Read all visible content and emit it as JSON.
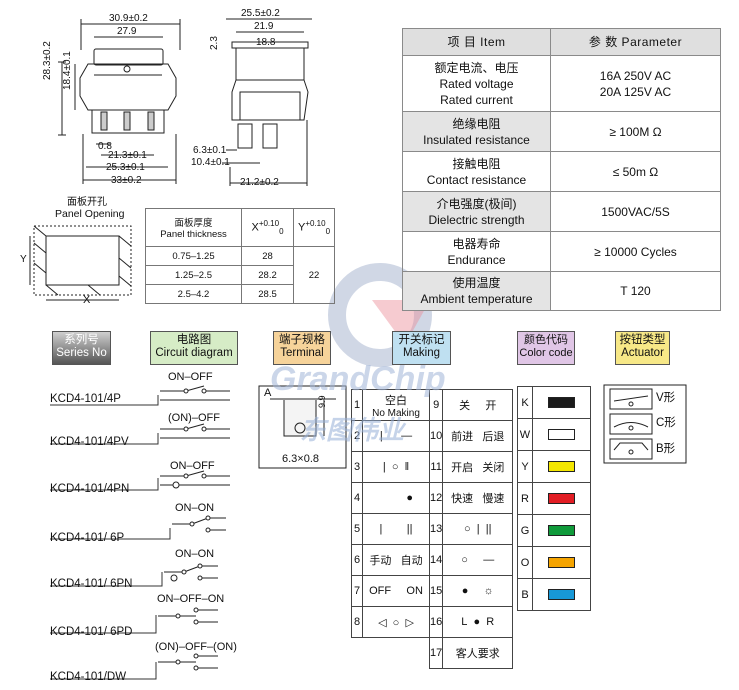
{
  "drawing": {
    "front_dims": [
      "30.9±0.2",
      "27.9",
      "28.3±0.2",
      "18.4±0.1",
      "0.8",
      "21.3±0.1",
      "25.3±0.1",
      "33±0.2"
    ],
    "side_dims": [
      "25.5±0.2",
      "21.9",
      "18.8",
      "2.3",
      "6.3±0.1",
      "10.4±0.1",
      "21.2±0.2"
    ],
    "panel_opening_cn": "面板开孔",
    "panel_opening_en": "Panel Opening",
    "axis_y": "Y",
    "axis_x": "X"
  },
  "panel_table": {
    "head_cn": "面板厚度",
    "head_en": "Panel thickness",
    "x_label": "X",
    "x_tol_plus": "+0.10",
    "x_tol_minus": "0",
    "y_label": "Y",
    "y_tol_plus": "+0.10",
    "y_tol_minus": "0",
    "rows": [
      {
        "range": "0.75–1.25",
        "x": "28"
      },
      {
        "range": "1.25–2.5",
        "x": "28.2"
      },
      {
        "range": "2.5–4.2",
        "x": "28.5"
      }
    ],
    "y_value": "22"
  },
  "params": {
    "head_item": "项 目   Item",
    "head_param": "参 数   Parameter",
    "rows": [
      {
        "cn": "额定电流、电压",
        "en1": "Rated voltage",
        "en2": "Rated current",
        "v1": "16A  250V AC",
        "v2": "20A 125V AC"
      },
      {
        "cn": "绝缘电阻",
        "en1": "Insulated resistance",
        "v1": "≥ 100M Ω"
      },
      {
        "cn": "接触电阻",
        "en1": "Contact resistance",
        "v1": "≤ 50m Ω"
      },
      {
        "cn": "介电强度(极间)",
        "en1": "Dielectric strength",
        "v1": "1500VAC/5S"
      },
      {
        "cn": "电器寿命",
        "en1": "Endurance",
        "v1": "≥ 10000 Cycles"
      },
      {
        "cn": "使用温度",
        "en1": "Ambient temperature",
        "v1": "T 120"
      }
    ]
  },
  "headers": {
    "series_cn": "系列号",
    "series_en": "Series No",
    "circuit_cn": "电路图",
    "circuit_en": "Circuit diagram",
    "terminal_cn": "端子规格",
    "terminal_en": "Terminal",
    "marking_cn": "开关标记",
    "marking_en": "Making",
    "color_cn": "颜色代码",
    "color_en": "Color code",
    "actuator_cn": "按钮类型",
    "actuator_en": "Actuator"
  },
  "series": [
    {
      "model": "KCD4-101/4P",
      "circuit": "ON–OFF"
    },
    {
      "model": "KCD4-101/4PV",
      "circuit": "(ON)–OFF"
    },
    {
      "model": "KCD4-101/4PN",
      "circuit": "ON–OFF"
    },
    {
      "model": "KCD4-101/ 6P",
      "circuit": "ON–ON"
    },
    {
      "model": "KCD4-101/ 6PN",
      "circuit": "ON–ON"
    },
    {
      "model": "KCD4-101/ 6PD",
      "circuit": "ON–OFF–ON"
    },
    {
      "model": "KCD4-101/DW",
      "circuit": "(ON)–OFF–(ON)"
    }
  ],
  "terminal": {
    "type": "A",
    "dim_a": "9.9",
    "dim_b": "6.3×0.8"
  },
  "marking": {
    "left": [
      {
        "n": "1",
        "text": "空白",
        "sub": "No Making"
      },
      {
        "n": "2",
        "a": "|",
        "b": "—"
      },
      {
        "n": "3",
        "a": "|",
        "m": "○",
        "b": "‖"
      },
      {
        "n": "4",
        "a": "",
        "b": "●"
      },
      {
        "n": "5",
        "a": "|",
        "b": "||"
      },
      {
        "n": "6",
        "a": "手动",
        "b": "自动"
      },
      {
        "n": "7",
        "a": "OFF",
        "b": "ON"
      },
      {
        "n": "8",
        "a": "◁",
        "m": "○",
        "b": "▷"
      }
    ],
    "right": [
      {
        "n": "9",
        "a": "关",
        "b": "开"
      },
      {
        "n": "10",
        "a": "前进",
        "b": "后退"
      },
      {
        "n": "11",
        "a": "开启",
        "b": "关闭"
      },
      {
        "n": "12",
        "a": "快速",
        "b": "慢速"
      },
      {
        "n": "13",
        "a": "○",
        "m": "|",
        "b": "||"
      },
      {
        "n": "14",
        "a": "○",
        "b": "—"
      },
      {
        "n": "15",
        "a": "●",
        "b": "☼"
      },
      {
        "n": "16",
        "a": "L",
        "m": "●",
        "b": "R"
      },
      {
        "n": "17",
        "text": "客人要求"
      }
    ]
  },
  "colors": [
    {
      "code": "K",
      "hex": "#1a1a1a"
    },
    {
      "code": "W",
      "hex": "#ffffff"
    },
    {
      "code": "Y",
      "hex": "#f3e600"
    },
    {
      "code": "R",
      "hex": "#e21d24"
    },
    {
      "code": "G",
      "hex": "#0f9a3a"
    },
    {
      "code": "O",
      "hex": "#f5a400"
    },
    {
      "code": "B",
      "hex": "#1798d7"
    }
  ],
  "actuators": [
    {
      "label": "V形"
    },
    {
      "label": "C形"
    },
    {
      "label": "B形"
    }
  ],
  "watermark": {
    "en": "GrandChip",
    "cn": "东图伟业"
  }
}
